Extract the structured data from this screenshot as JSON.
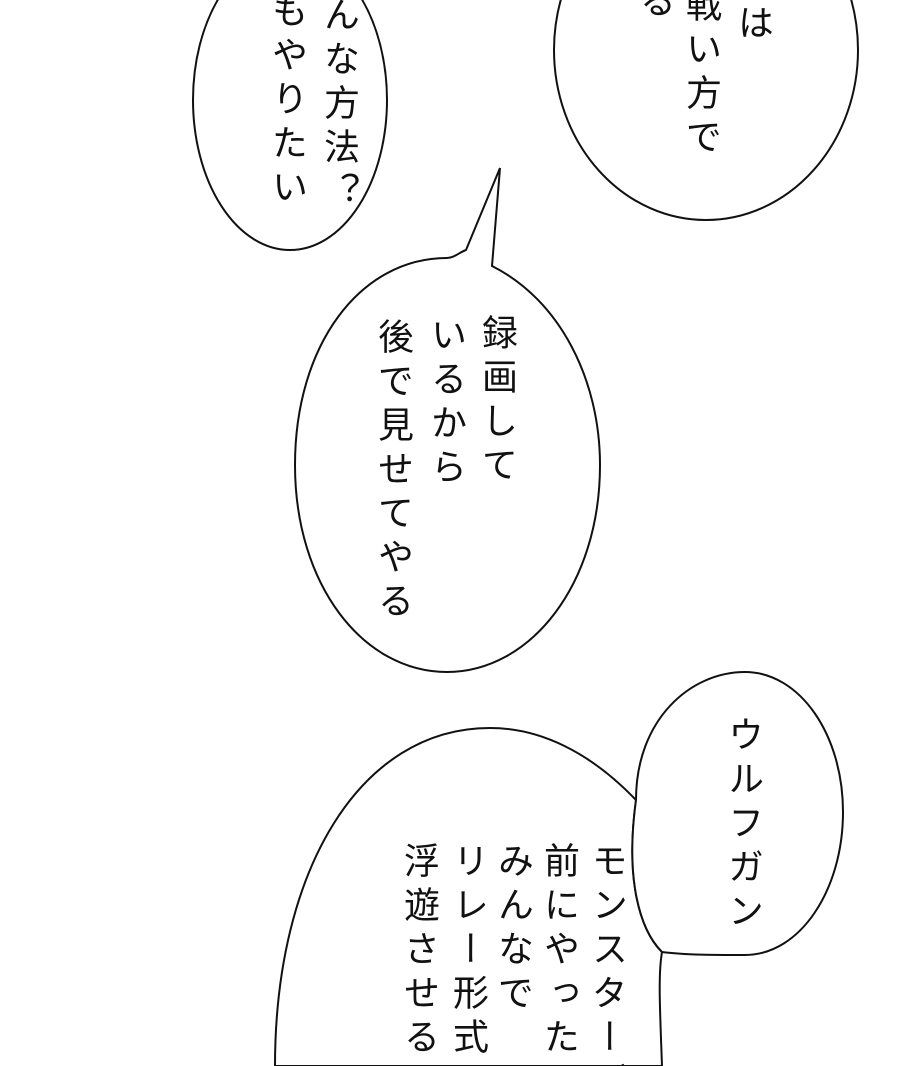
{
  "bubbles": {
    "top_left": {
      "lines": [
        "んな方法？",
        "もやりたい"
      ]
    },
    "top_right": {
      "lines": [
        "とは",
        "戦い方で",
        "る"
      ]
    },
    "middle": {
      "lines": [
        "録画して",
        "いるから",
        "後で見せてやる"
      ]
    },
    "small_right": {
      "lines": [
        "ウルフガン"
      ]
    },
    "bottom": {
      "lines": [
        "モンスターグ",
        "前にやったと",
        "みんなで",
        "リレー形式で",
        "浮遊させるぞ"
      ]
    }
  },
  "colors": {
    "background": "#ffffff",
    "outline": "#111111",
    "text": "#111111"
  }
}
